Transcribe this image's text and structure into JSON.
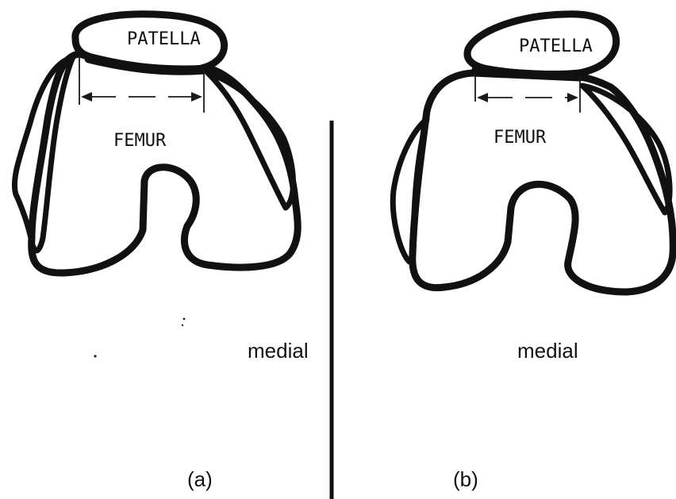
{
  "panels": [
    {
      "patella_label": "PATELLA",
      "femur_label": "FEMUR",
      "side_label": "medial",
      "panel_label": "(a)"
    },
    {
      "patella_label": "PATELLA",
      "femur_label": "FEMUR",
      "side_label": "medial",
      "panel_label": "(b)"
    }
  ]
}
